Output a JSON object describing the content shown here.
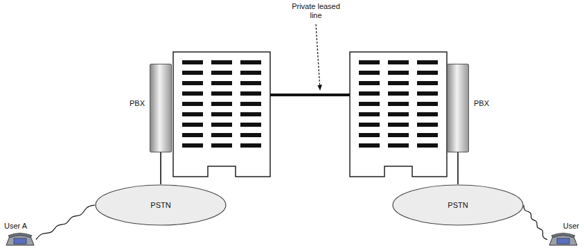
{
  "diagram": {
    "nodes": [
      {
        "text": [
          "PBX"
        ]
      },
      {
        "text": [
          "PBX"
        ]
      },
      {
        "text": [
          "PSTN"
        ]
      },
      {
        "text": [
          "PSTN"
        ]
      },
      {
        "text": [
          "User A"
        ]
      },
      {
        "text": [
          "User"
        ]
      }
    ],
    "edges": [
      {
        "from": 0,
        "to": 2,
        "arrow": "none"
      },
      {
        "from": 1,
        "to": 3,
        "arrow": "none"
      },
      {
        "from": 2,
        "to": 4,
        "arrow": "none"
      },
      {
        "from": 3,
        "to": 5,
        "arrow": "none"
      }
    ],
    "labels": [
      "Private leased line"
    ]
  }
}
